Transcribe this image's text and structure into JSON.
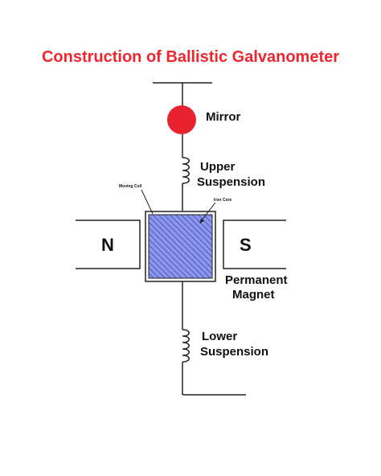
{
  "title": "Construction of Ballistic Galvanometer",
  "labels": {
    "mirror": "Mirror",
    "upper_suspension_1": "Upper",
    "upper_suspension_2": "Suspension",
    "moving_coil": "Moving Coil",
    "iron_core": "Iron Core",
    "pole_north": "N",
    "pole_south": "S",
    "permanent_magnet_1": "Permanent",
    "permanent_magnet_2": "Magnet",
    "lower_suspension_1": "Lower",
    "lower_suspension_2": "Suspension"
  },
  "colors": {
    "title": "#f0262f",
    "mirror": "#e8232f",
    "coil_fill": "#8c97e8",
    "coil_hatch": "#3a47c2",
    "lines": "#222222"
  }
}
